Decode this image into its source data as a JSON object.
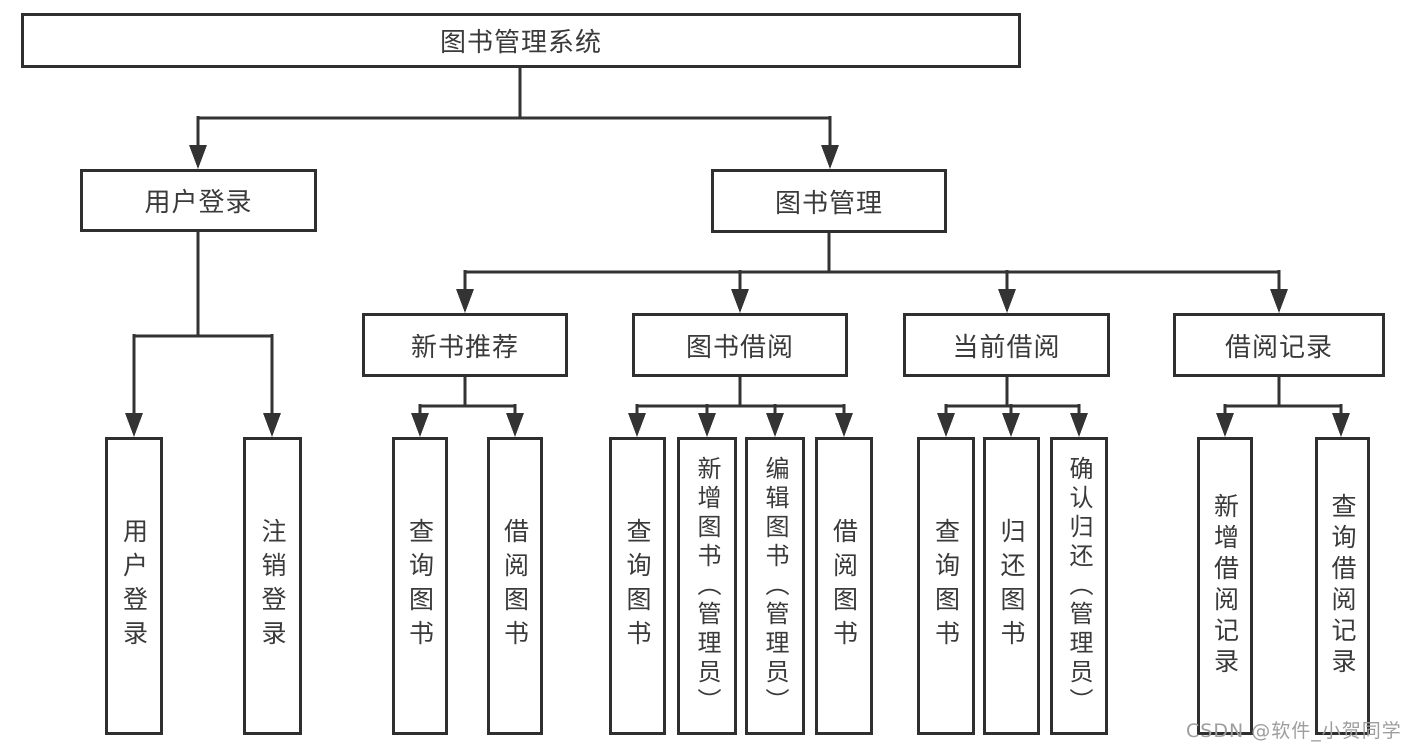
{
  "diagram": {
    "root": "图书管理系统",
    "level1": {
      "user_login": "用户登录",
      "book_mgmt": "图书管理"
    },
    "level2": {
      "new_book_rec": "新书推荐",
      "book_borrow": "图书借阅",
      "current_borrow": "当前借阅",
      "borrow_records": "借阅记录"
    },
    "leaves": {
      "user_login": "用户登录",
      "user_logout": "注销登录",
      "nb_query": "查询图书",
      "nb_borrow": "借阅图书",
      "bb_query": "查询图书",
      "bb_add": "新增图书（管理员）",
      "bb_edit": "编辑图书（管理员）",
      "bb_borrow": "借阅图书",
      "cb_query": "查询图书",
      "cb_return": "归还图书",
      "cb_confirm": "确认归还（管理员）",
      "br_add": "新增借阅记录",
      "br_query": "查询借阅记录"
    },
    "watermark": "CSDN @软件_小贺同学",
    "colors": {
      "line": "#333333",
      "border": "#2f2f2f",
      "text": "#3a3a3a",
      "watermark": "#9e9e9e",
      "background": "#ffffff"
    }
  }
}
